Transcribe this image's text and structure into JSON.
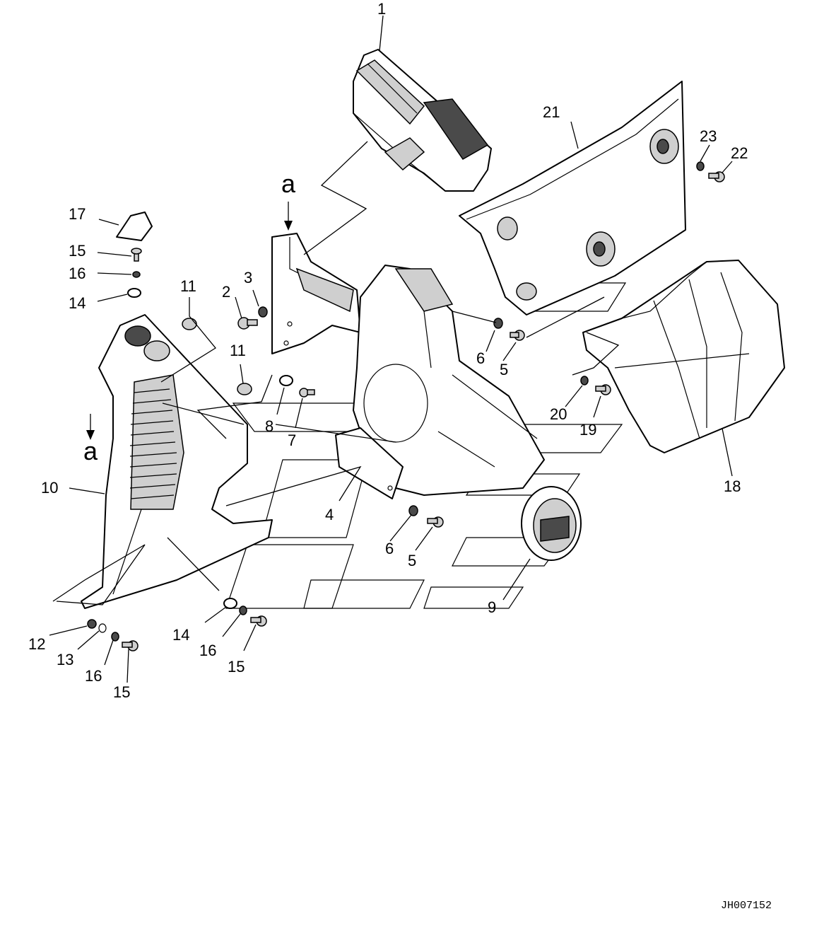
{
  "drawing_id": "JH007152",
  "view_marker": "a",
  "callouts": {
    "c1": "1",
    "c2": "2",
    "c3": "3",
    "c4": "4",
    "c5a": "5",
    "c5b": "5",
    "c6a": "6",
    "c6b": "6",
    "c7": "7",
    "c8": "8",
    "c9": "9",
    "c10": "10",
    "c11a": "11",
    "c11b": "11",
    "c12": "12",
    "c13": "13",
    "c14a": "14",
    "c14b": "14",
    "c15a": "15",
    "c15b": "15",
    "c15c": "15",
    "c16a": "16",
    "c16b": "16",
    "c16c": "16",
    "c17": "17",
    "c18": "18",
    "c19": "19",
    "c20": "20",
    "c21": "21",
    "c22": "22",
    "c23": "23"
  }
}
